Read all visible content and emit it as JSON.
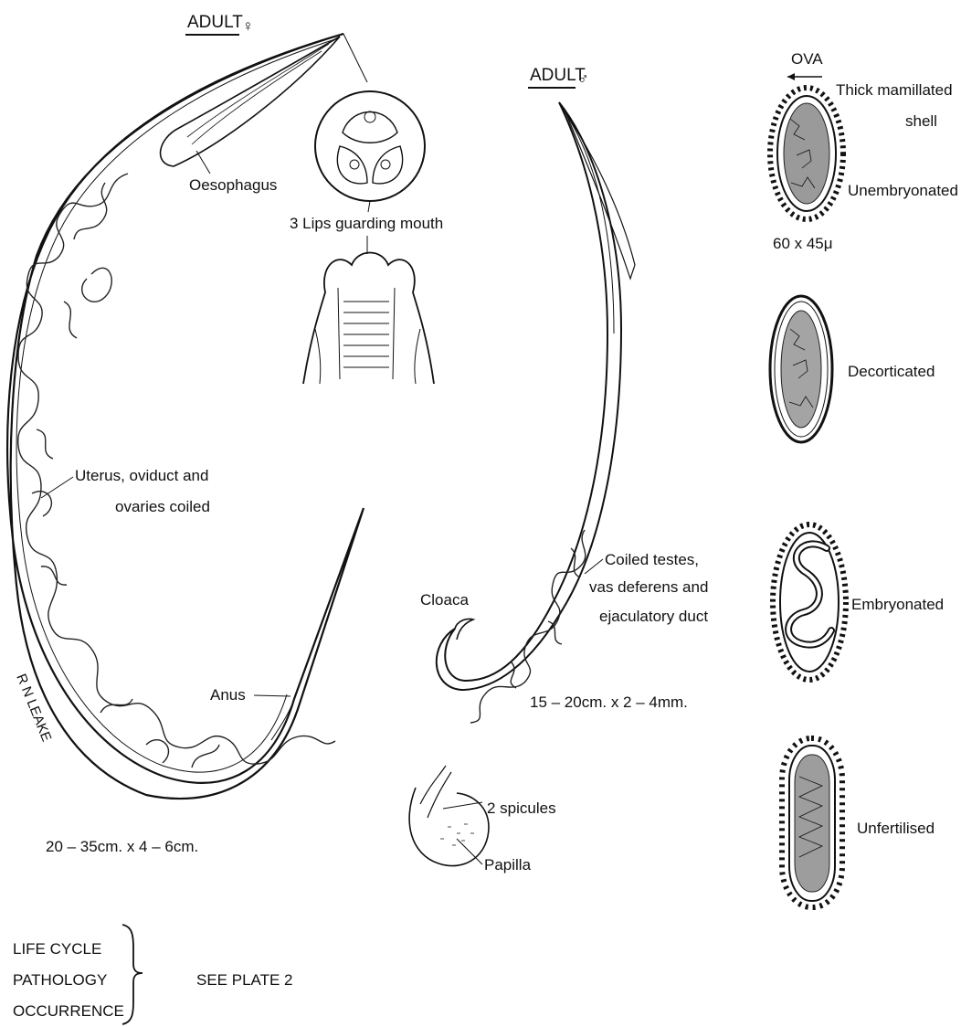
{
  "female": {
    "heading": "ADULT",
    "symbol": "♀",
    "labels": {
      "oesophagus": "Oesophagus",
      "mouth": "3 Lips guarding mouth",
      "uterus_1": "Uterus, oviduct and",
      "uterus_2": "ovaries  coiled",
      "anus": "Anus",
      "size": "20 – 35cm. x  4 – 6cm."
    },
    "signature": "R N LEAKE"
  },
  "male": {
    "heading": "ADULT",
    "symbol": "♂",
    "labels": {
      "cloaca": "Cloaca",
      "testes_1": "Coiled  testes,",
      "testes_2": "vas   deferens and",
      "testes_3": "ejaculatory duct",
      "size": "15 – 20cm. x 2 – 4mm.",
      "spicules": "2  spicules",
      "papilla": "Papilla"
    }
  },
  "ova": {
    "heading": "OVA",
    "shell_1": "Thick mamillated",
    "shell_2": "shell",
    "size": "60 x 45μ",
    "unembryonated": "Unembryonated",
    "decorticated": "Decorticated",
    "embryonated": "Embryonated",
    "unfertilised": "Unfertilised"
  },
  "footer": {
    "line1": "LIFE  CYCLE",
    "line2": "PATHOLOGY",
    "line3": "OCCURRENCE",
    "see": "SEE   PLATE 2"
  }
}
